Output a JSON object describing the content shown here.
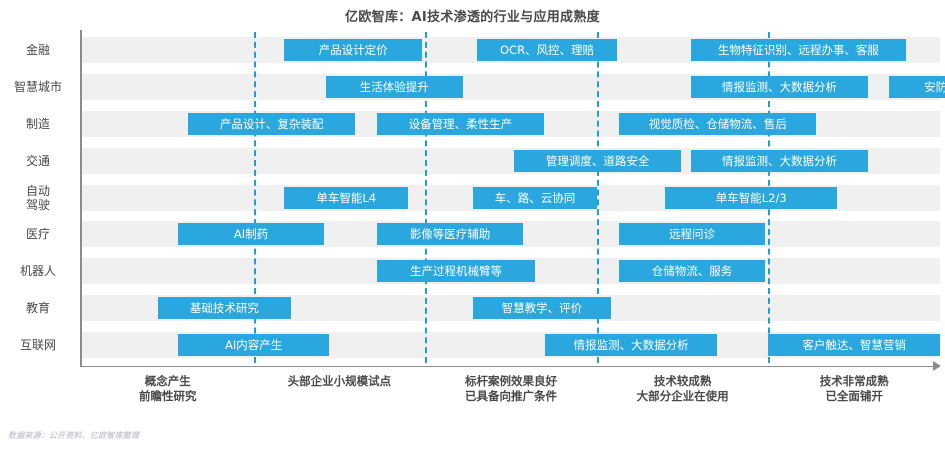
{
  "title": "亿欧智库：AI技术渗透的行业与应用成熟度",
  "footnote": "数据来源：公开资料、亿欧智库整理",
  "colors": {
    "bar": "#29a7de",
    "gridline": "#1e9fd8",
    "band": "#f0f0f0",
    "axis": "#8c8c8c",
    "text": "#4a4a4a"
  },
  "chart_data": {
    "type": "bar",
    "title": "亿欧智库：AI技术渗透的行业与应用成熟度",
    "xlabel": "",
    "ylabel": "",
    "grid": true,
    "legend": "none",
    "xlim": [
      0,
      5
    ],
    "stages": [
      {
        "index": 1,
        "label_line1": "概念产生",
        "label_line2": "前瞻性研究"
      },
      {
        "index": 2,
        "label_line1": "头部企业小规模试点",
        "label_line2": ""
      },
      {
        "index": 3,
        "label_line1": "标杆案例效果良好",
        "label_line2": "已具备向推广条件"
      },
      {
        "index": 4,
        "label_line1": "技术较成熟",
        "label_line2": "大部分企业在使用"
      },
      {
        "index": 5,
        "label_line1": "技术非常成熟",
        "label_line2": "已全面铺开"
      }
    ],
    "categories": [
      "金融",
      "智慧城市",
      "制造",
      "交通",
      "自动驾驶",
      "医疗",
      "机器人",
      "教育",
      "互联网"
    ],
    "rows": [
      {
        "label": "金融",
        "label_line1": "金融",
        "label_line2": "",
        "items": [
          {
            "text": "产品设计定价",
            "x": 1.18,
            "width": 0.8
          },
          {
            "text": "OCR、风控、理赔",
            "x": 2.3,
            "width": 0.82
          },
          {
            "text": "生物特征识别、远程办事、客服",
            "x": 3.55,
            "width": 1.25
          }
        ]
      },
      {
        "label": "智慧城市",
        "label_line1": "智慧城市",
        "label_line2": "",
        "items": [
          {
            "text": "生活体验提升",
            "x": 1.42,
            "width": 0.8
          },
          {
            "text": "情报监测、大数据分析",
            "x": 3.55,
            "width": 1.03
          },
          {
            "text": "安防",
            "x": 4.7,
            "width": 0.55
          }
        ]
      },
      {
        "label": "制造",
        "label_line1": "制造",
        "label_line2": "",
        "items": [
          {
            "text": "产品设计、复杂装配",
            "x": 0.62,
            "width": 0.97
          },
          {
            "text": "设备管理、柔性生产",
            "x": 1.72,
            "width": 0.97
          },
          {
            "text": "视觉质检、仓储物流、售后",
            "x": 3.13,
            "width": 1.15
          }
        ]
      },
      {
        "label": "交通",
        "label_line1": "交通",
        "label_line2": "",
        "items": [
          {
            "text": "管理调度、道路安全",
            "x": 2.52,
            "width": 0.97
          },
          {
            "text": "情报监测、大数据分析",
            "x": 3.55,
            "width": 1.03
          }
        ]
      },
      {
        "label": "自动驾驶",
        "label_line1": "自动",
        "label_line2": "驾驶",
        "items": [
          {
            "text": "单车智能L4",
            "x": 1.18,
            "width": 0.72
          },
          {
            "text": "车、路、云协同",
            "x": 2.28,
            "width": 0.72
          },
          {
            "text": "单车智能L2/3",
            "x": 3.4,
            "width": 1.0
          }
        ]
      },
      {
        "label": "医疗",
        "label_line1": "医疗",
        "label_line2": "",
        "items": [
          {
            "text": "AI制药",
            "x": 0.56,
            "width": 0.85
          },
          {
            "text": "影像等医疗辅助",
            "x": 1.72,
            "width": 0.85
          },
          {
            "text": "远程问诊",
            "x": 3.13,
            "width": 0.85
          }
        ]
      },
      {
        "label": "机器人",
        "label_line1": "机器人",
        "label_line2": "",
        "items": [
          {
            "text": "生产过程机械臂等",
            "x": 1.72,
            "width": 0.92
          },
          {
            "text": "仓储物流、服务",
            "x": 3.13,
            "width": 0.85
          }
        ]
      },
      {
        "label": "教育",
        "label_line1": "教育",
        "label_line2": "",
        "items": [
          {
            "text": "基础技术研究",
            "x": 0.44,
            "width": 0.78
          },
          {
            "text": "智慧教学、评价",
            "x": 2.28,
            "width": 0.8
          }
        ]
      },
      {
        "label": "互联网",
        "label_line1": "互联网",
        "label_line2": "",
        "items": [
          {
            "text": "AI内容产生",
            "x": 0.56,
            "width": 0.88
          },
          {
            "text": "情报监测、大数据分析",
            "x": 2.7,
            "width": 1.0
          },
          {
            "text": "客户触达、智慧营销",
            "x": 4.0,
            "width": 1.0
          }
        ]
      }
    ]
  }
}
